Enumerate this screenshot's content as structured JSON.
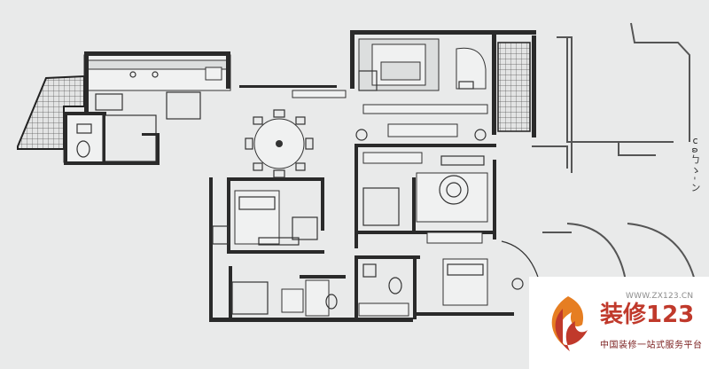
{
  "annotation": {
    "side_note": "ⅽɷㄅゝ-ン"
  },
  "watermark": {
    "brand_text": "装修123",
    "url": "WWW.ZX123.CN",
    "tagline": "中国装修一站式服务平台",
    "colors": {
      "brand": "#c0392b",
      "accent": "#f39c12",
      "dark": "#7a1d1d"
    }
  },
  "colors": {
    "paper": "#e9eaea",
    "wall": "#2a2a2a",
    "line": "#333333"
  }
}
